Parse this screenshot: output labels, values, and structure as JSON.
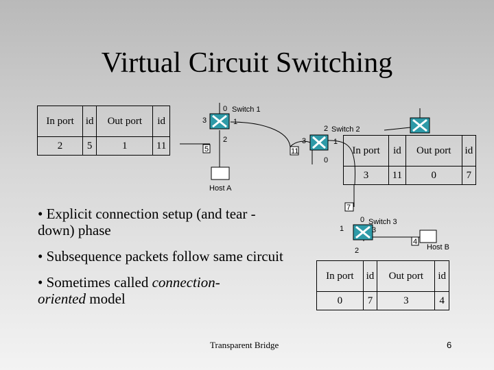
{
  "title": "Virtual Circuit Switching",
  "vc_table_headers": [
    "In port",
    "id",
    "Out port",
    "id"
  ],
  "switch1_table": [
    "2",
    "5",
    "1",
    "11"
  ],
  "switch2_table": [
    "3",
    "11",
    "0",
    "7"
  ],
  "switch3_table": [
    "0",
    "7",
    "3",
    "4"
  ],
  "switches": {
    "s1": {
      "name": "Switch 1",
      "ports": [
        "0",
        "1",
        "2",
        "3"
      ]
    },
    "s2": {
      "name": "Switch 2",
      "ports": [
        "0",
        "1",
        "2",
        "3"
      ]
    },
    "s3": {
      "name": "Switch 3",
      "ports": [
        "0",
        "1",
        "2",
        "3"
      ]
    }
  },
  "hosts": {
    "a": "Host A",
    "b": "Host B"
  },
  "link_labels": {
    "s1_out": "11",
    "host_a": "5",
    "s2_out": "7",
    "host_b": "4"
  },
  "bullets": {
    "b1": "• Explicit connection setup (and tear -down) phase",
    "b2": "• Subsequence packets follow same circuit",
    "b3_prefix": "• Sometimes called ",
    "b3_italic1": "connection-",
    "b3_italic2": "oriented",
    "b3_suffix": " model"
  },
  "footer": "Transparent Bridge",
  "page_number": "6",
  "colors": {
    "switch_fill": "#2e9aa8",
    "switch_x": "#ffffff"
  }
}
